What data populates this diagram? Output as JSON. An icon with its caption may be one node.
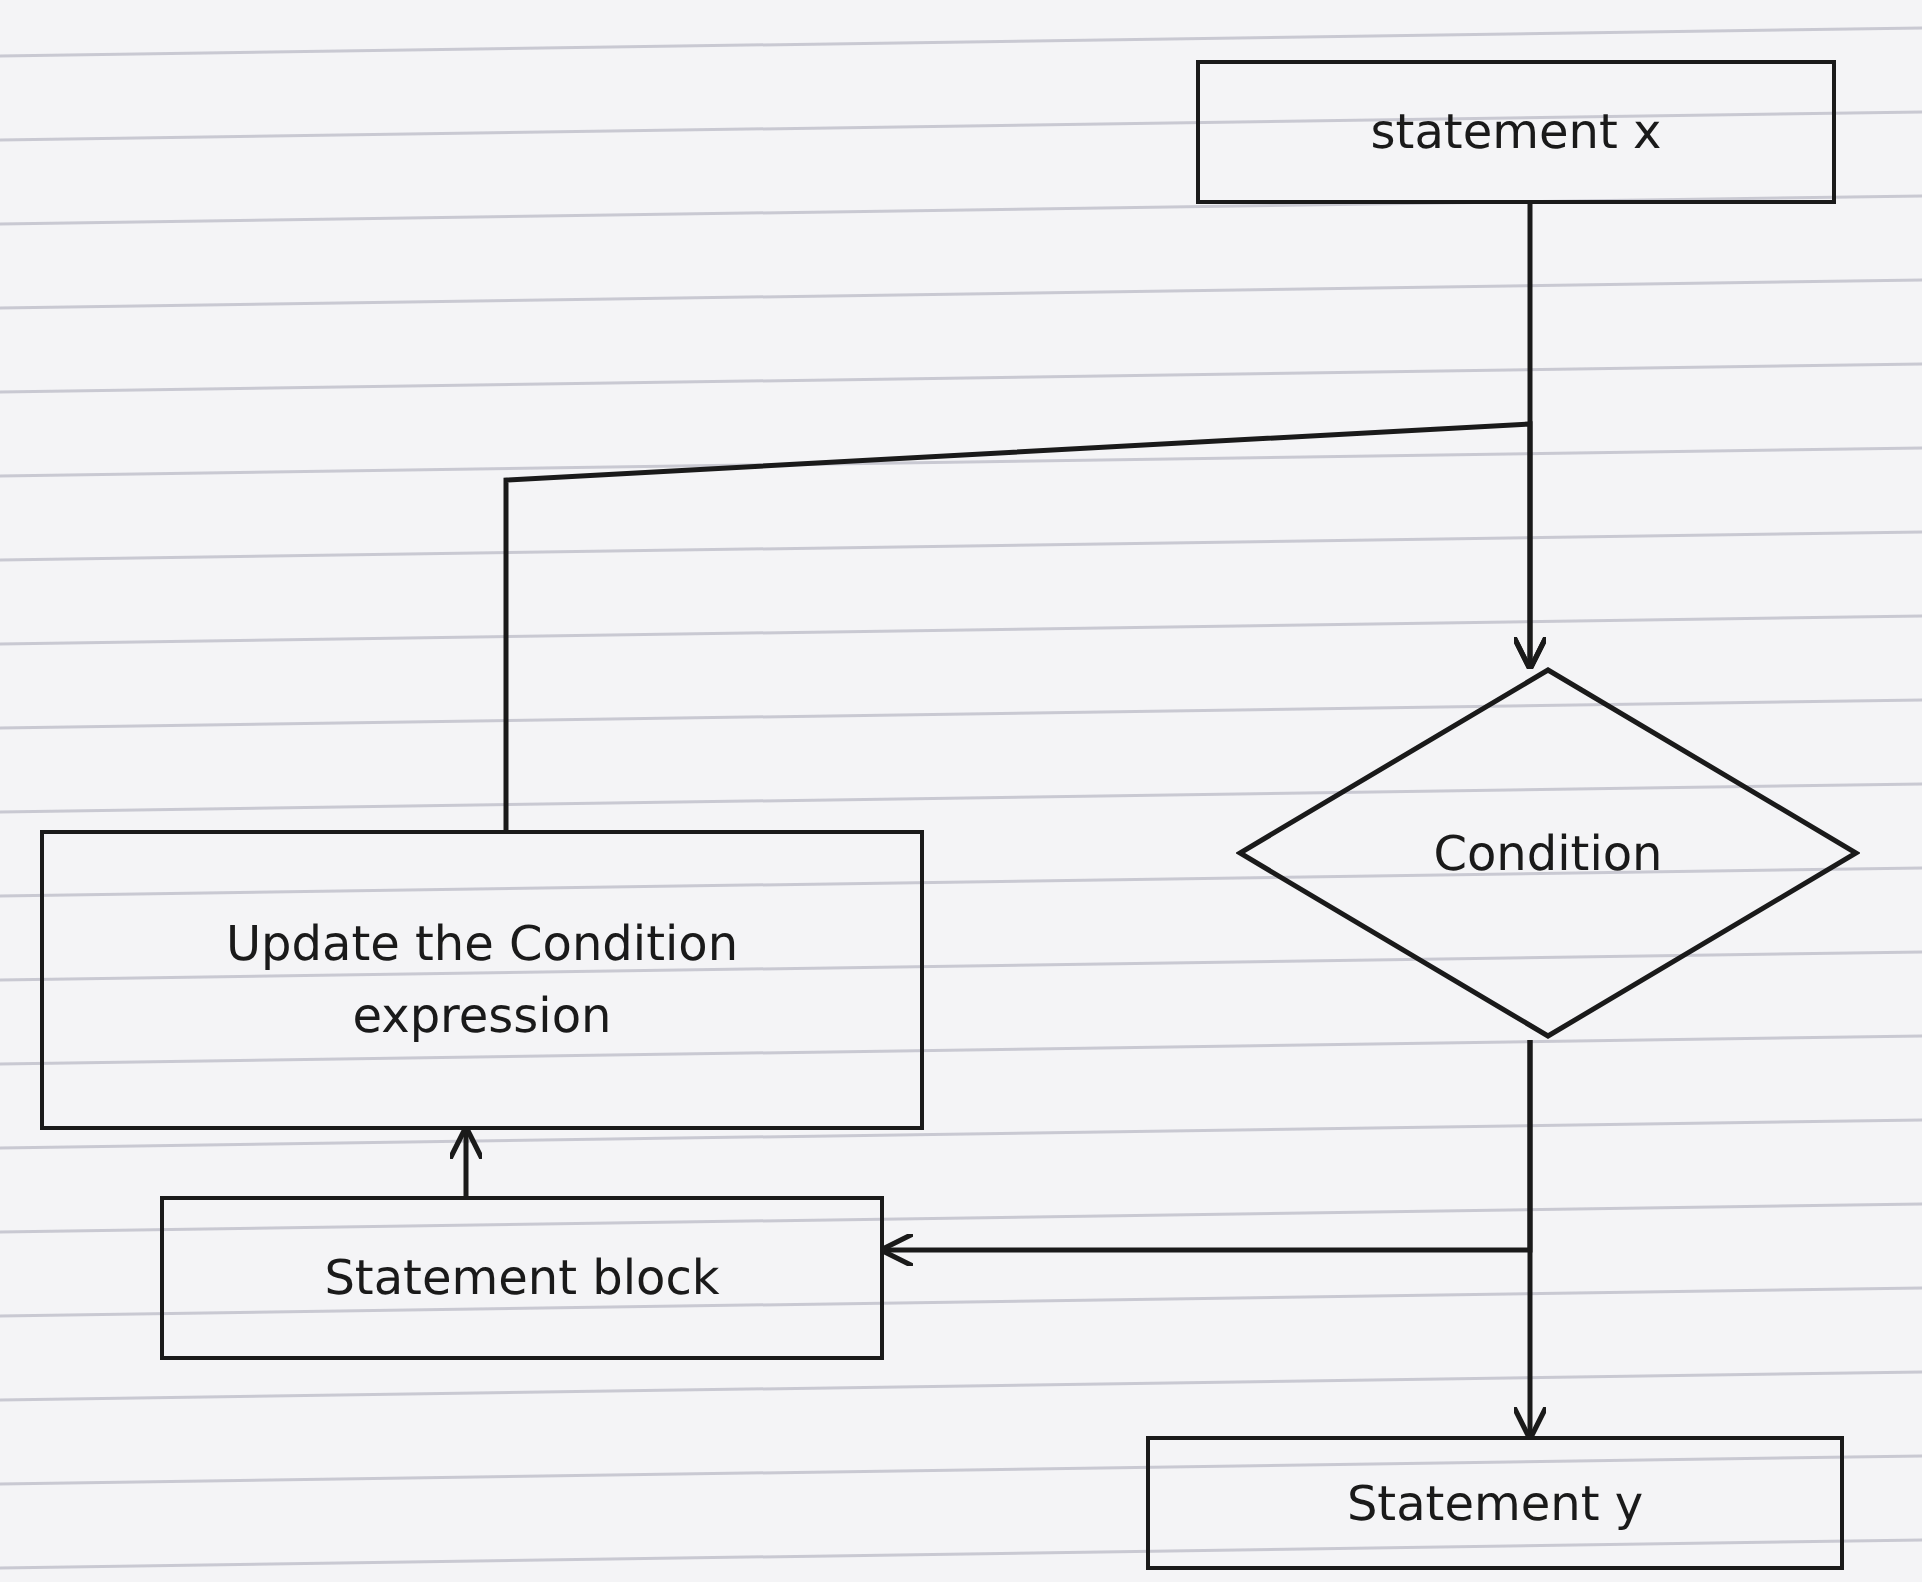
{
  "diagram": {
    "nodes": [
      {
        "text": [
          "statement x"
        ]
      },
      {
        "text": [
          "Condition"
        ]
      },
      {
        "text": [
          "Update the Condition expression"
        ]
      },
      {
        "text": [
          "Statement block"
        ]
      },
      {
        "text": [
          "Statement y"
        ]
      }
    ],
    "edges": [
      {
        "from": 0,
        "to": 1,
        "arrow": "to"
      },
      {
        "from": 2,
        "to": 1,
        "arrow": "to"
      },
      {
        "from": 1,
        "to": 4,
        "arrow": "to"
      },
      {
        "from": 1,
        "to": 3,
        "arrow": "to"
      },
      {
        "from": 3,
        "to": 2,
        "arrow": "to"
      }
    ]
  }
}
